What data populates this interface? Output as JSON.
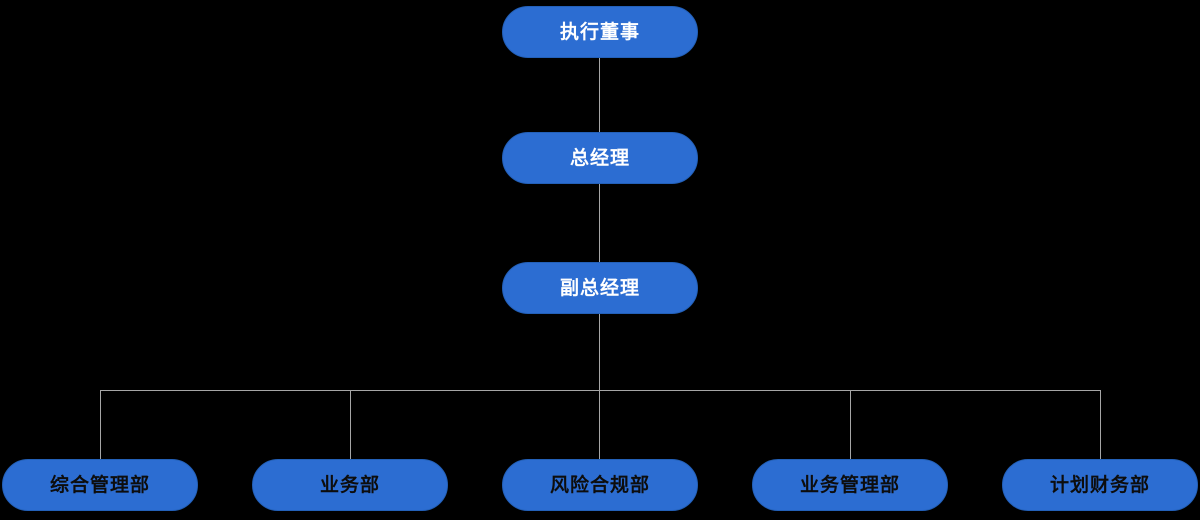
{
  "diagram": {
    "type": "org-chart",
    "colors": {
      "background": "#000000",
      "node_fill": "#2c6dd2",
      "node_border": "#2360b8",
      "connector": "#a6a6a6",
      "top_node_text": "#ffffff",
      "department_text": "#0d0d0d"
    },
    "hierarchy": [
      {
        "level": 1,
        "label": "执行董事"
      },
      {
        "level": 2,
        "label": "总经理"
      },
      {
        "level": 3,
        "label": "副总经理"
      }
    ],
    "departments": [
      {
        "label": "综合管理部"
      },
      {
        "label": "业务部"
      },
      {
        "label": "风险合规部"
      },
      {
        "label": "业务管理部"
      },
      {
        "label": "计划财务部"
      }
    ]
  }
}
